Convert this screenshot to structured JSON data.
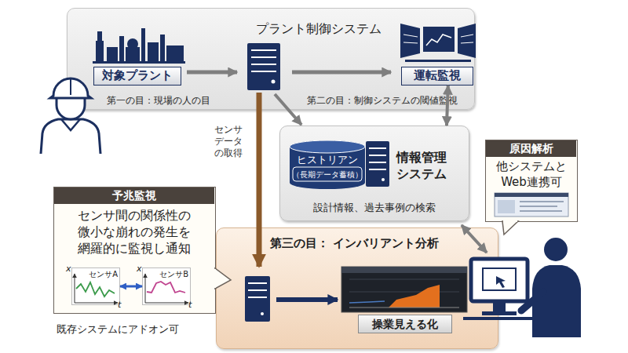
{
  "diagram": {
    "nodes": [
      {
        "text": [
          "プラント制御システム",
          "第一の目：現場の人の目",
          "第二の目：制御システムの閾値監視"
        ]
      },
      {
        "text": [
          "対象プラント"
        ],
        "in": 0
      },
      {
        "text": [
          "運転監視"
        ],
        "in": 0
      },
      {
        "text": [
          "情報管理 システム",
          "設計情報、過去事例の検索"
        ]
      },
      {
        "text": [
          "ヒストリアン",
          "（長期データ蓄積）"
        ],
        "in": 3
      },
      {
        "text": [
          "原因解析",
          "他システムと Web連携可"
        ]
      },
      {
        "text": [
          "予兆監視",
          "センサ間の関係性の 微小な崩れの発生を 網羅的に監視し通知"
        ]
      },
      {
        "text": [
          "センサA"
        ],
        "in": 6
      },
      {
        "text": [
          "センサB"
        ],
        "in": 6
      },
      {
        "text": [
          "第三の目： インバリアント分析"
        ]
      },
      {
        "text": [
          "操業見える化"
        ],
        "in": 9
      }
    ],
    "edges": [
      {
        "from": 2,
        "to": 3,
        "arrow": "both"
      },
      {
        "from": 7,
        "to": 8,
        "arrow": "both"
      }
    ],
    "labels": [
      "センサ データ の取得",
      "x",
      "t",
      "x",
      "t",
      "既存システムにアドオン可"
    ]
  }
}
